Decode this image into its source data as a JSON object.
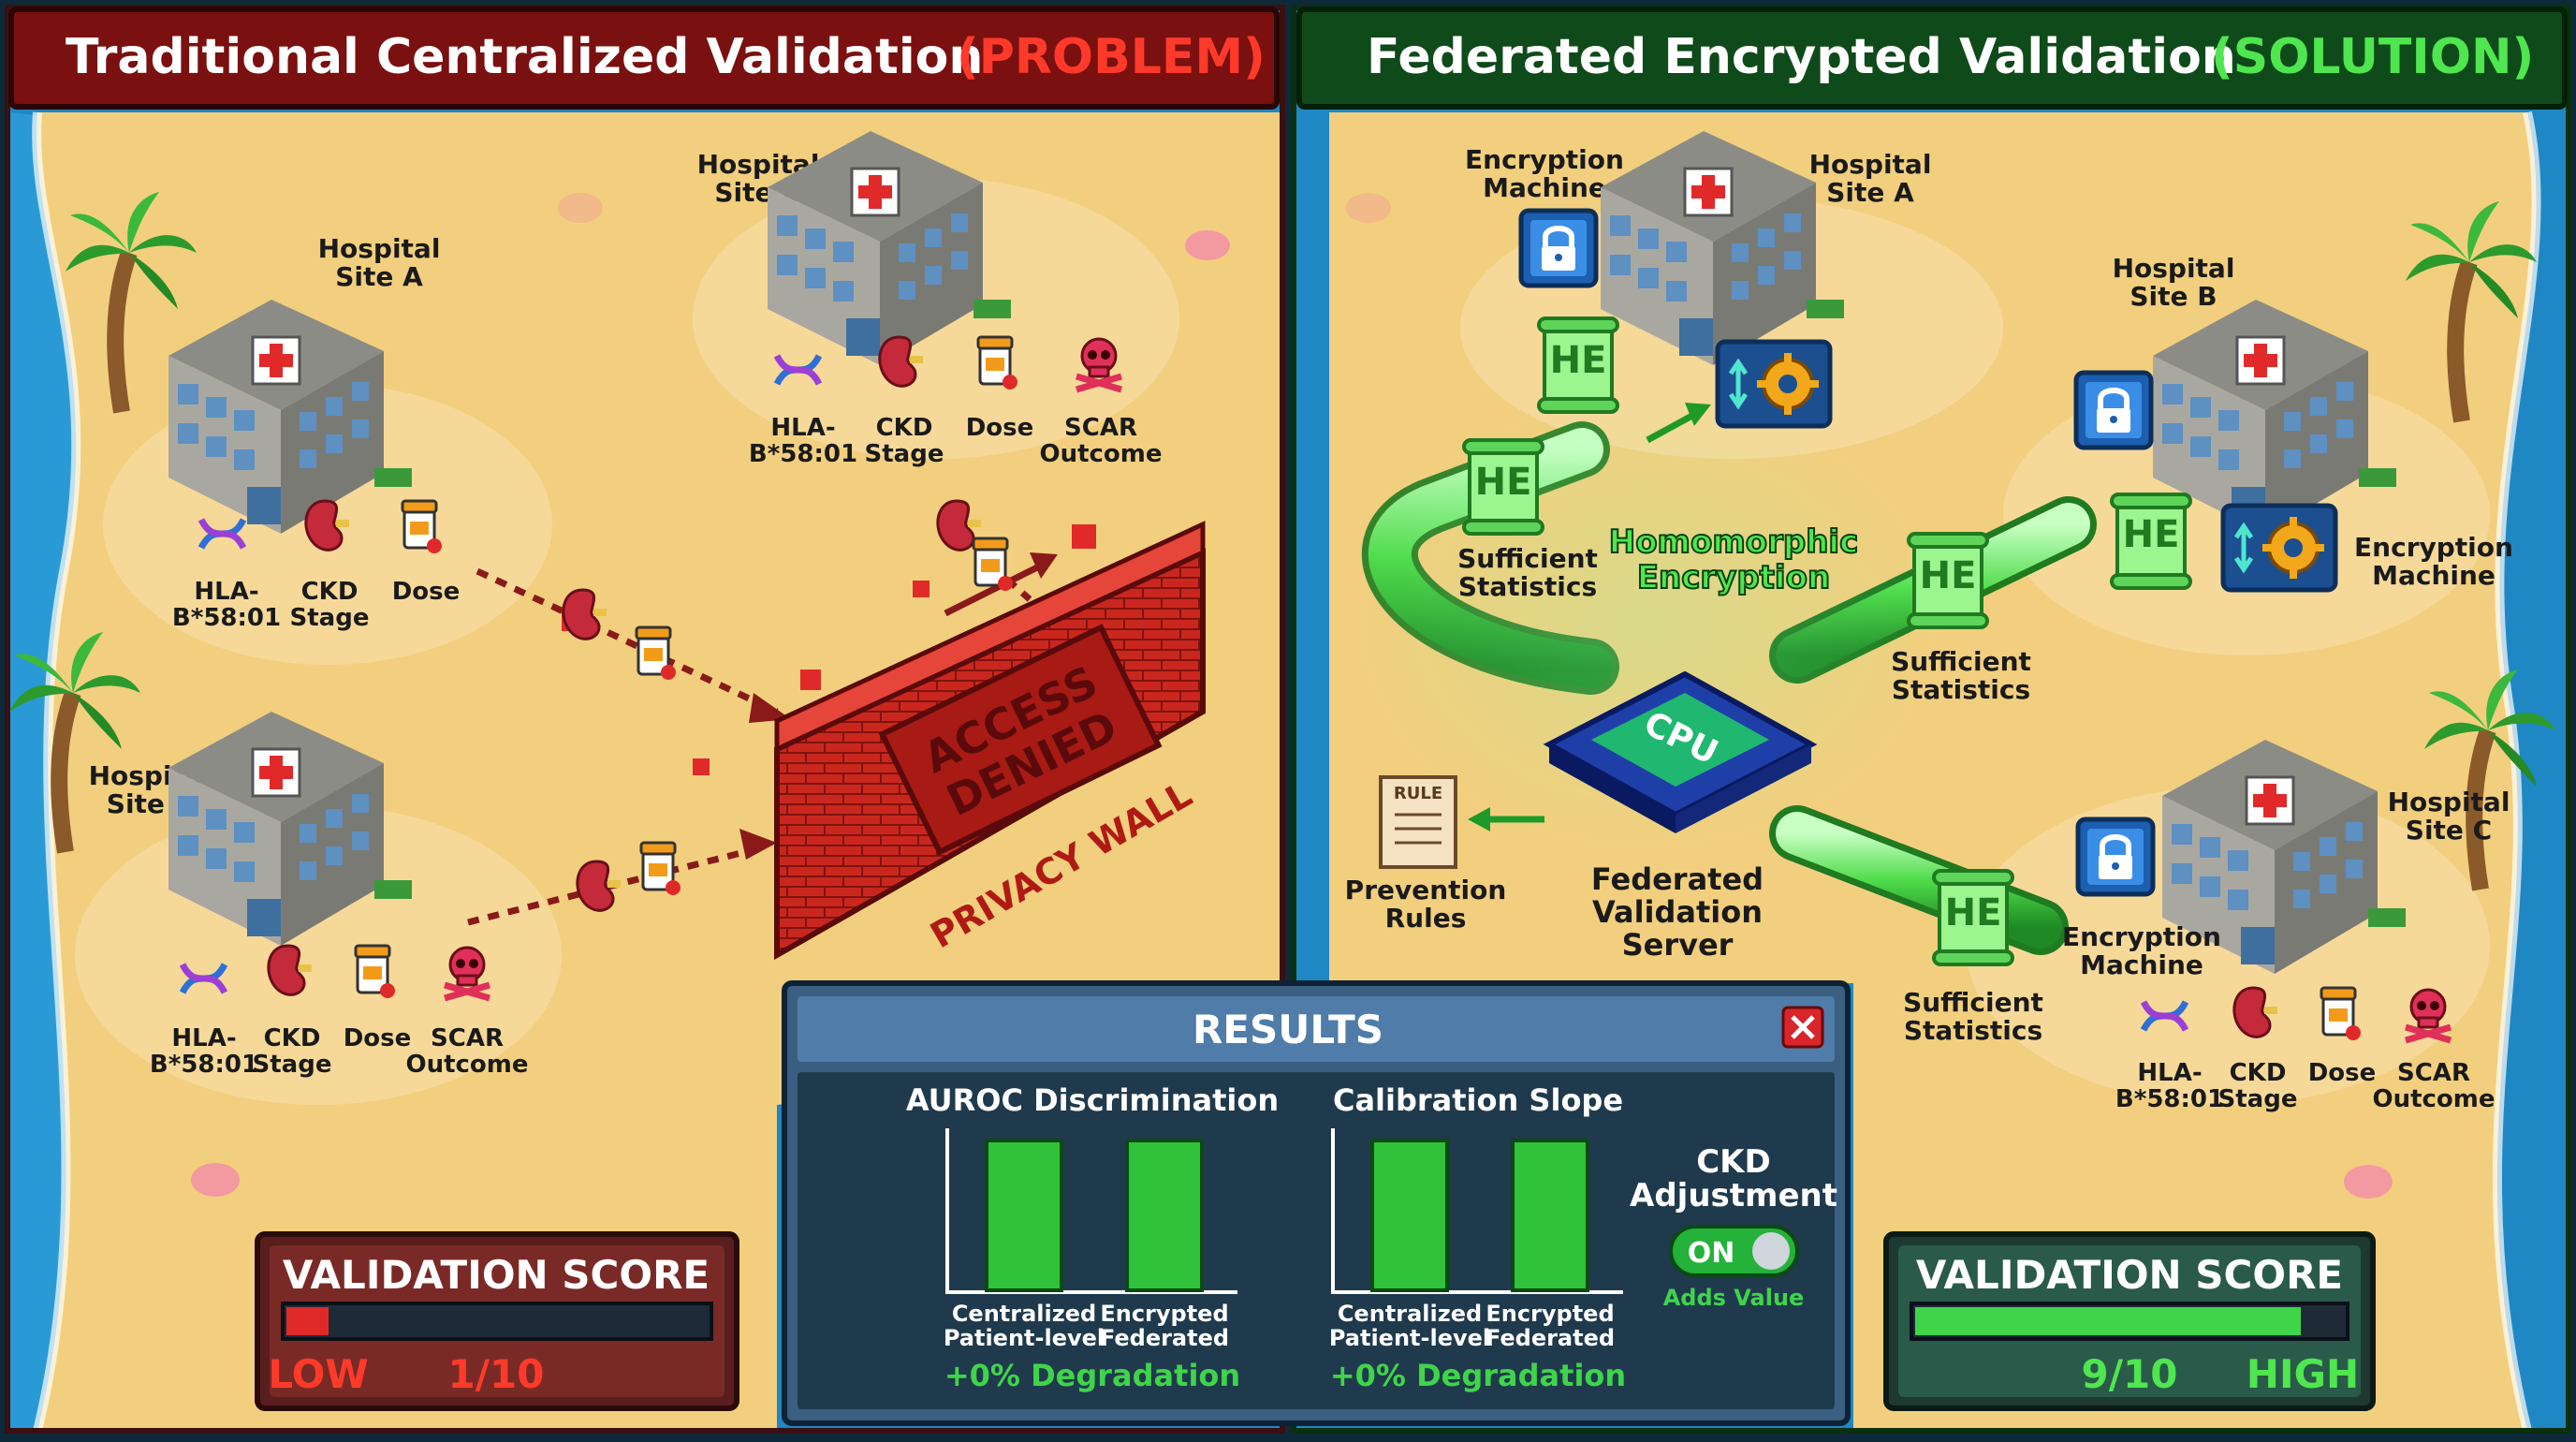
{
  "left_panel": {
    "title": "Traditional Centralized Validation",
    "tag": "(PROBLEM)",
    "hospitals": [
      {
        "name_line1": "Hospital",
        "name_line2": "Site A",
        "variables": [
          "HLA-\nB*58:01",
          "CKD\nStage",
          "Dose"
        ]
      },
      {
        "name_line1": "Hospital",
        "name_line2": "Site B",
        "variables": [
          "HLA-\nB*58:01",
          "CKD\nStage",
          "Dose",
          "SCAR\nOutcome"
        ]
      },
      {
        "name_line1": "Hospital",
        "name_line2": "Site C",
        "variables": [
          "HLA-\nB*58:01",
          "CKD\nStage",
          "Dose",
          "SCAR\nOutcome"
        ]
      }
    ],
    "wall_sign_line1": "ACCESS",
    "wall_sign_line2": "DENIED",
    "wall_label": "PRIVACY WALL",
    "score_title": "VALIDATION SCORE",
    "score_value": "1/10",
    "score_level": "LOW",
    "score_fraction": 0.1
  },
  "right_panel": {
    "title": "Federated Encrypted Validation",
    "tag": "(SOLUTION)",
    "hospitals": [
      {
        "name_line1": "Hospital",
        "name_line2": "Site A",
        "machine_line1": "Encryption",
        "machine_line2": "Machine"
      },
      {
        "name_line1": "Hospital",
        "name_line2": "Site B",
        "machine_line1": "Encryption",
        "machine_line2": "Machine"
      },
      {
        "name_line1": "Hospital",
        "name_line2": "Site C",
        "machine_line1": "Encryption",
        "machine_line2": "Machine",
        "variables": [
          "HLA-\nB*58:01",
          "CKD\nStage",
          "Dose",
          "SCAR\nOutcome"
        ]
      }
    ],
    "he_label": "HE",
    "stats_line1": "Sufficient",
    "stats_line2": "Statistics",
    "he_banner_line1": "Homomorphic",
    "he_banner_line2": "Encryption",
    "cpu_label": "CPU",
    "server_line1": "Federated",
    "server_line2": "Validation",
    "server_line3": "Server",
    "rule_tag": "RULE",
    "rules_line1": "Prevention",
    "rules_line2": "Rules",
    "score_title": "VALIDATION SCORE",
    "score_value": "9/10",
    "score_level": "HIGH",
    "score_fraction": 0.9
  },
  "results": {
    "title": "RESULTS",
    "charts": [
      {
        "title": "AUROC Discrimination",
        "labels": [
          "Centralized\nPatient-level",
          "Encrypted\nFederated"
        ],
        "values": [
          1,
          1
        ],
        "footer": "+0% Degradation"
      },
      {
        "title": "Calibration Slope",
        "labels": [
          "Centralized\nPatient-level",
          "Encrypted\nFederated"
        ],
        "values": [
          1,
          1
        ],
        "footer": "+0% Degradation"
      }
    ],
    "ckd_line1": "CKD",
    "ckd_line2": "Adjustment",
    "toggle_label": "ON",
    "toggle_caption": "Adds Value"
  },
  "colors": {
    "problem_red": "#e03a2c",
    "solution_green": "#3fd44a",
    "sand": "#f2cf7e",
    "sea": "#1e87c4",
    "panel_dark": "#1f3a4d"
  }
}
